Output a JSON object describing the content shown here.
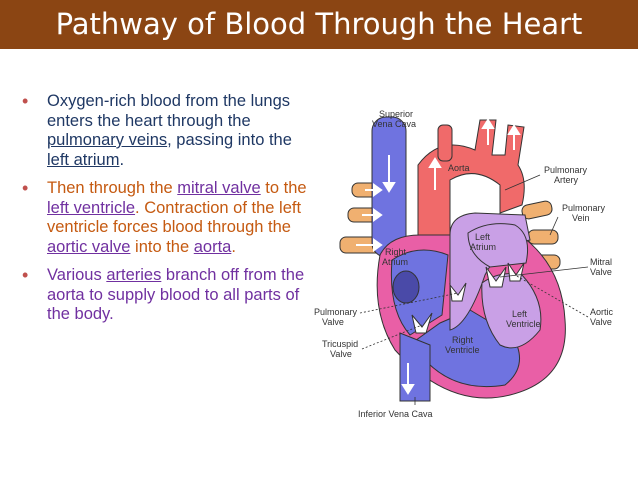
{
  "title": "Pathway of Blood Through the Heart",
  "bullets": [
    {
      "parts": [
        {
          "text": "Oxygen-rich blood from the lungs enters the heart through the ",
          "link": false
        },
        {
          "text": "pulmonary veins",
          "link": true
        },
        {
          "text": ", passing into the ",
          "link": false
        },
        {
          "text": "left atrium",
          "link": true
        },
        {
          "text": ".",
          "link": false
        }
      ]
    },
    {
      "parts": [
        {
          "text": "Then through the ",
          "link": false
        },
        {
          "text": "mitral valve",
          "link": true
        },
        {
          "text": " to the ",
          "link": false
        },
        {
          "text": "left ventricle",
          "link": true
        },
        {
          "text": ". Contraction of the left ventricle forces blood through the ",
          "link": false
        },
        {
          "text": "aortic valve",
          "link": true
        },
        {
          "text": " into the ",
          "link": false
        },
        {
          "text": "aorta",
          "link": true
        },
        {
          "text": ".",
          "link": false
        }
      ]
    },
    {
      "parts": [
        {
          "text": "Various ",
          "link": false
        },
        {
          "text": "arteries",
          "link": true
        },
        {
          "text": " branch off from the aorta to supply blood to all parts of the body.",
          "link": false
        }
      ]
    }
  ],
  "diagram": {
    "labels": {
      "superior_vena_cava_1": "Superior",
      "superior_vena_cava_2": "Vena Cava",
      "aorta": "Aorta",
      "pulmonary_artery_1": "Pulmonary",
      "pulmonary_artery_2": "Artery",
      "pulmonary_vein_1": "Pulmonary",
      "pulmonary_vein_2": "Vein",
      "left_atrium_1": "Left",
      "left_atrium_2": "Atrium",
      "right_atrium_1": "Right",
      "right_atrium_2": "Atrium",
      "mitral_valve_1": "Mitral",
      "mitral_valve_2": "Valve",
      "left_ventricle_1": "Left",
      "left_ventricle_2": "Ventricle",
      "aortic_valve_1": "Aortic",
      "aortic_valve_2": "Valve",
      "pulmonary_valve_1": "Pulmonary",
      "pulmonary_valve_2": "Valve",
      "right_ventricle_1": "Right",
      "right_ventricle_2": "Ventricle",
      "tricuspid_valve_1": "Tricuspid",
      "tricuspid_valve_2": "Valve",
      "inferior_vena_cava": "Inferior Vena Cava"
    },
    "colors": {
      "deoxygenated": "#6f73e0",
      "oxygenated": "#f06a6a",
      "muscle": "#e95fa6",
      "chamber_left": "#c9a0e6",
      "vessel_tan": "#f0b070"
    }
  }
}
